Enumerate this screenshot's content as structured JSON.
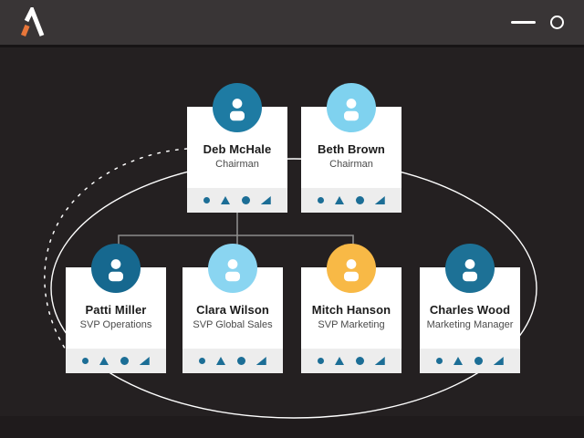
{
  "theme": {
    "header_bg": "#393536",
    "canvas_bg": "#242021",
    "bottom_bar_bg": "#1f1b1c",
    "card_bg": "#ffffff",
    "card_footer_bg": "#ededed",
    "logo_orange": "#e8763a",
    "logo_white": "#ffffff",
    "footer_icon_teal": "#1c6e96",
    "connector_gray": "#8c8c8c",
    "curve_white": "#ffffff"
  },
  "header": {
    "icons": [
      {
        "name": "brand-logo-icon"
      },
      {
        "name": "minimize-icon"
      },
      {
        "name": "circle-icon"
      }
    ]
  },
  "org_chart": {
    "nodes": [
      {
        "name": "Deb McHale",
        "title": "Chairman",
        "avatar_color": "#1e7ba3",
        "avatar_icon": "person-icon"
      },
      {
        "name": "Beth Brown",
        "title": "Chairman",
        "avatar_color": "#7fd2ef",
        "avatar_icon": "person-icon"
      },
      {
        "name": "Patti Miller",
        "title": "SVP Operations",
        "avatar_color": "#16688f",
        "avatar_icon": "person-icon"
      },
      {
        "name": "Clara Wilson",
        "title": "SVP Global Sales",
        "avatar_color": "#8ad5f1",
        "avatar_icon": "person-icon"
      },
      {
        "name": "Mitch Hanson",
        "title": "SVP Marketing",
        "avatar_color": "#f8b946",
        "avatar_icon": "person-icon"
      },
      {
        "name": "Charles Wood",
        "title": "Marketing Manager",
        "avatar_color": "#1d7196",
        "avatar_icon": "person-icon"
      }
    ],
    "card_footer_icons": [
      "dot-icon",
      "triangle-up-icon",
      "dot-icon",
      "corner-triangle-icon"
    ],
    "edges": [
      {
        "from": "Deb McHale",
        "to": "Patti Miller"
      },
      {
        "from": "Deb McHale",
        "to": "Clara Wilson"
      },
      {
        "from": "Deb McHale",
        "to": "Mitch Hanson"
      }
    ],
    "decorations": [
      "solid-ellipse-curve",
      "dashed-arc-curve"
    ]
  }
}
